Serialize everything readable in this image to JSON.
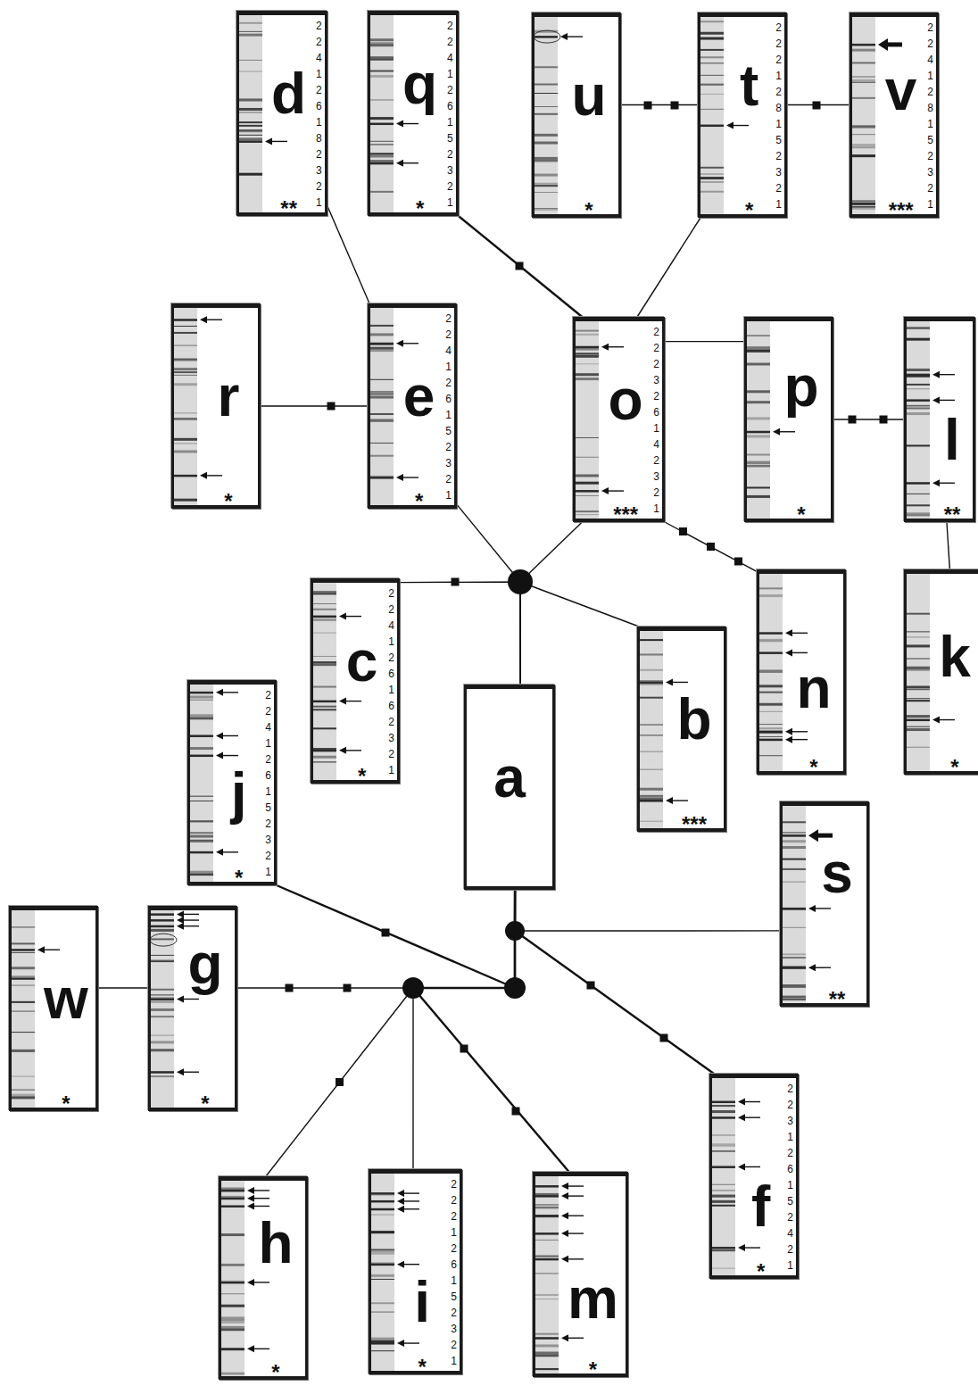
{
  "diagram": {
    "nodes": [
      {
        "text": [
          "d",
          "**",
          "2 2 4 1 2 6 1 8 2 3 2 1"
        ]
      },
      {
        "text": [
          "q",
          "*",
          "2 2 4 1 2 6 1 5 2 3 2 1"
        ]
      },
      {
        "text": [
          "u",
          "*"
        ]
      },
      {
        "text": [
          "t",
          "*",
          "2 2 2 1 2 8 1 5 2 3 2 1"
        ]
      },
      {
        "text": [
          "v",
          "***",
          "2 2 4 1 2 8 1 5 2 3 2 1"
        ]
      },
      {
        "text": [
          "r",
          "*"
        ]
      },
      {
        "text": [
          "e",
          "*",
          "2 2 4 1 2 6 1 5 2 3 2 1"
        ]
      },
      {
        "text": [
          "o",
          "***",
          "2 2 2 3 2 6 1 4 2 3 2 1"
        ]
      },
      {
        "text": [
          "p",
          "*"
        ]
      },
      {
        "text": [
          "l",
          "**"
        ]
      },
      {
        "text": [
          "c",
          "*",
          "2 2 4 1 2 6 1 6 2 3 2 1"
        ]
      },
      {
        "text": [
          "b",
          "***"
        ]
      },
      {
        "text": [
          "n",
          "*"
        ]
      },
      {
        "text": [
          "k",
          "*"
        ]
      },
      {
        "text": [
          "a"
        ]
      },
      {
        "text": [
          "j",
          "*",
          "2 2 4 1 2 6 1 5 2 3 2 1"
        ]
      },
      {
        "text": [
          "s",
          "**"
        ]
      },
      {
        "text": [
          "w",
          "*"
        ]
      },
      {
        "text": [
          "g",
          "*"
        ]
      },
      {
        "text": [
          "f",
          "*",
          "2 2 3 1 2 6 1 5 2 4 2 1"
        ]
      },
      {
        "text": [
          "h",
          "*"
        ]
      },
      {
        "text": [
          "i",
          "*",
          "2 2 2 1 2 6 1 5 2 3 2 1"
        ]
      },
      {
        "text": [
          "m",
          "*"
        ]
      }
    ],
    "edges": [
      {
        "from": 0,
        "to": 6,
        "arrow": "none"
      },
      {
        "from": 6,
        "to": 5,
        "arrow": "none"
      },
      {
        "from": 1,
        "to": 7,
        "arrow": "none"
      },
      {
        "from": 2,
        "to": 3,
        "arrow": "none"
      },
      {
        "from": 3,
        "to": 7,
        "arrow": "none"
      },
      {
        "from": 3,
        "to": 4,
        "arrow": "none"
      },
      {
        "from": 7,
        "to": 8,
        "arrow": "none"
      },
      {
        "from": 8,
        "to": 9,
        "arrow": "none"
      },
      {
        "from": 9,
        "to": 13,
        "arrow": "none"
      },
      {
        "from": 7,
        "to": 12,
        "arrow": "none"
      },
      {
        "from": 14,
        "to": 6,
        "arrow": "none"
      },
      {
        "from": 14,
        "to": 7,
        "arrow": "none"
      },
      {
        "from": 14,
        "to": 10,
        "arrow": "none"
      },
      {
        "from": 14,
        "to": 11,
        "arrow": "none"
      },
      {
        "from": 14,
        "to": 16,
        "arrow": "none"
      },
      {
        "from": 14,
        "to": 19,
        "arrow": "none"
      },
      {
        "from": 14,
        "to": 15,
        "arrow": "none"
      },
      {
        "from": 14,
        "to": 18,
        "arrow": "none"
      },
      {
        "from": 14,
        "to": 20,
        "arrow": "none"
      },
      {
        "from": 14,
        "to": 21,
        "arrow": "none"
      },
      {
        "from": 14,
        "to": 22,
        "arrow": "none"
      },
      {
        "from": 18,
        "to": 17,
        "arrow": "none"
      }
    ]
  }
}
